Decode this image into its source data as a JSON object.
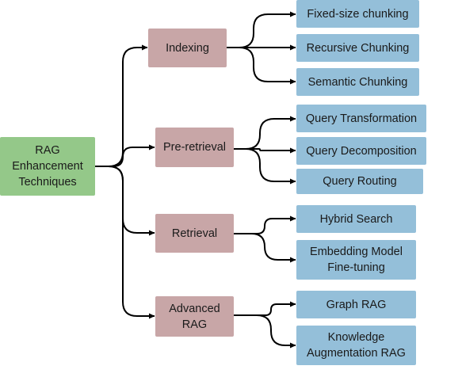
{
  "root": {
    "label": "RAG\nEnhancement\nTechniques"
  },
  "categories": [
    {
      "label": "Indexing",
      "items": [
        "Fixed-size chunking",
        "Recursive Chunking",
        "Semantic Chunking"
      ]
    },
    {
      "label": "Pre-retrieval",
      "items": [
        "Query Transformation",
        "Query Decomposition",
        "Query Routing"
      ]
    },
    {
      "label": "Retrieval",
      "items": [
        "Hybrid Search",
        "Embedding Model\nFine-tuning"
      ]
    },
    {
      "label": "Advanced\nRAG",
      "items": [
        "Graph RAG",
        "Knowledge\nAugmentation RAG"
      ]
    }
  ],
  "colors": {
    "root": "#94c889",
    "category": "#c8a6a7",
    "leaf": "#94bfd9",
    "edge": "#000000"
  }
}
